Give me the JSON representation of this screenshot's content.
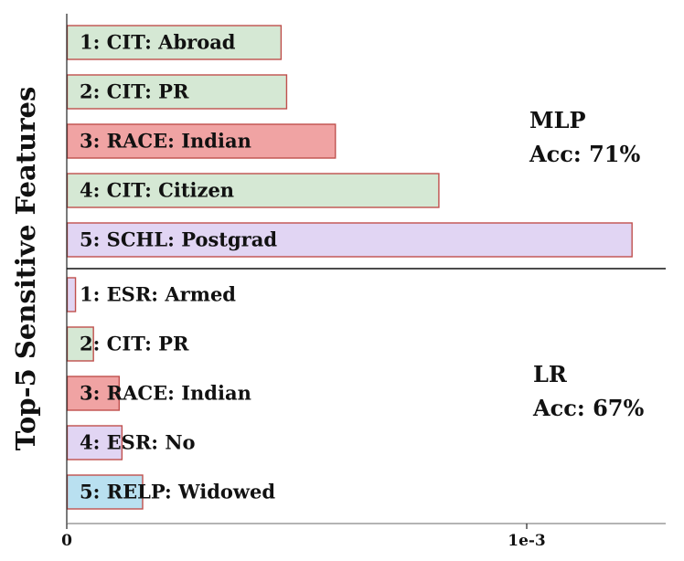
{
  "chart_data": {
    "type": "bar",
    "orientation": "horizontal",
    "ylabel": "Top-5 Sensitive Features",
    "xlabel": "",
    "xlim": [
      0,
      0.0013
    ],
    "x_ticks": [
      {
        "value": 0,
        "label": "0"
      },
      {
        "value": 0.001,
        "label": "1e-3"
      }
    ],
    "panels": [
      {
        "model_label": "MLP",
        "acc_label": "Acc:  71%",
        "bars": [
          {
            "label": "1: CIT: Abroad",
            "value": 0.000465,
            "color": "#d5e8d4"
          },
          {
            "label": "2: CIT: PR",
            "value": 0.000477,
            "color": "#d5e8d4"
          },
          {
            "label": "3: RACE: Indian",
            "value": 0.000583,
            "color": "#f0a3a3"
          },
          {
            "label": "4: CIT: Citizen",
            "value": 0.000808,
            "color": "#d5e8d4"
          },
          {
            "label": "5: SCHL: Postgrad",
            "value": 0.001228,
            "color": "#e1d5f3"
          }
        ]
      },
      {
        "model_label": "LR",
        "acc_label": "Acc:  67%",
        "bars": [
          {
            "label": "1: ESR: Armed",
            "value": 1.8e-05,
            "color": "#e1d5f3"
          },
          {
            "label": "2: CIT: PR",
            "value": 5.7e-05,
            "color": "#d5e8d4"
          },
          {
            "label": "3: RACE: Indian",
            "value": 0.000113,
            "color": "#f0a3a3"
          },
          {
            "label": "4: ESR: No",
            "value": 0.000119,
            "color": "#e1d5f3"
          },
          {
            "label": "5: RELP: Widowed",
            "value": 0.000164,
            "color": "#b9e0f0"
          }
        ]
      }
    ],
    "bar_edge_color": "#c0504d",
    "grid": false
  }
}
